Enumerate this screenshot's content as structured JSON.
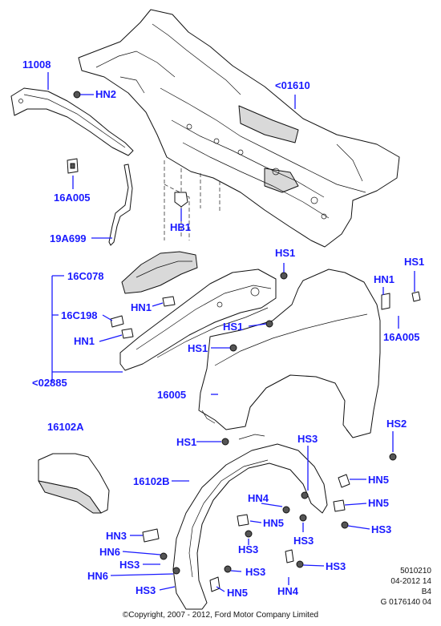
{
  "callouts": {
    "c11008": "11008",
    "hn2": "HN2",
    "c01610": "<01610",
    "c16a005_left": "16A005",
    "hb1": "HB1",
    "c19a699": "19A699",
    "c16c078": "16C078",
    "hs1_top": "HS1",
    "hs1_right": "HS1",
    "hn1_right": "HN1",
    "hn1_mid": "HN1",
    "c16c198": "16C198",
    "hs1_fender": "HS1",
    "c16a005_right": "16A005",
    "hn1_left": "HN1",
    "hs1_low": "HS1",
    "c02885": "<02885",
    "c16005": "16005",
    "c16102a": "16102A",
    "hs2": "HS2",
    "hs1_liner": "HS1",
    "hs3_top": "HS3",
    "c16102b": "16102B",
    "hn5_a": "HN5",
    "hn4_a": "HN4",
    "hn5_b": "HN5",
    "hn5_c": "HN5",
    "hs3_r": "HS3",
    "hn3": "HN3",
    "hs3_mid": "HS3",
    "hs3_low": "HS3",
    "hn6_a": "HN6",
    "hs3_b": "HS3",
    "hs3_c": "HS3",
    "hs3_d": "HS3",
    "hn6_b": "HN6",
    "hs3_e": "HS3",
    "hn5_d": "HN5",
    "hn4_b": "HN4"
  },
  "meta": {
    "line1": "5010210",
    "line2": "04-2012 14",
    "line3": "B4",
    "line4": "G 0176140 04"
  },
  "copyright": "©Copyright, 2007 - 2012, Ford Motor Company Limited",
  "colors": {
    "callout": "#1a1aff",
    "line": "#111111",
    "shade": "#d9d9d9"
  }
}
